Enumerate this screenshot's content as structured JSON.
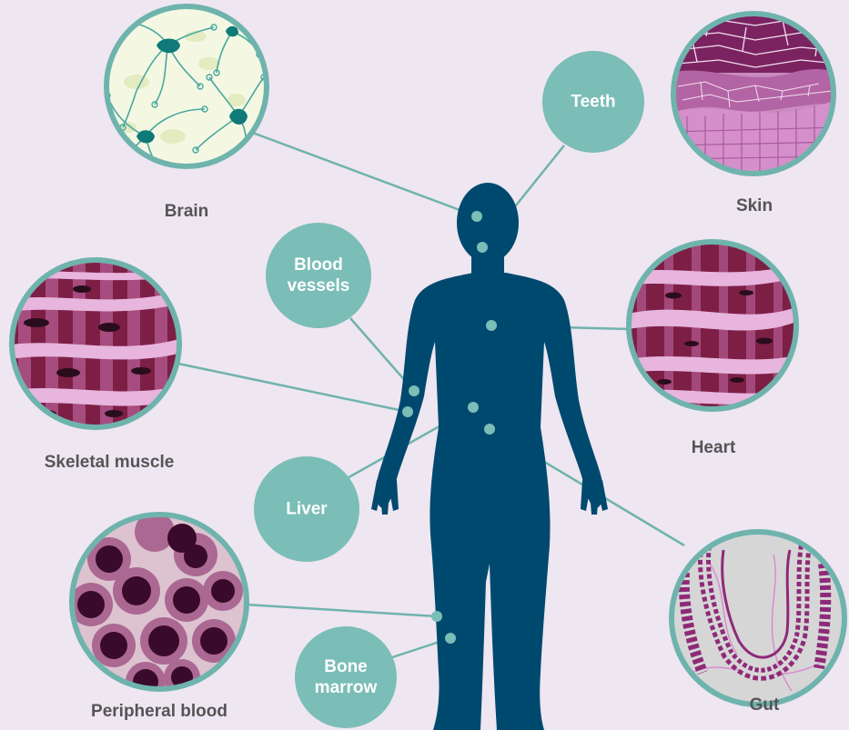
{
  "colors": {
    "background": "#eee6f1",
    "body": "#00496e",
    "teal": "#7bbdb7",
    "connector": "#6fb3ad",
    "label_text": "#555555"
  },
  "tissue_labels": {
    "brain": "Brain",
    "skin": "Skin",
    "skeletal_muscle": "Skeletal muscle",
    "heart": "Heart",
    "peripheral_blood": "Peripheral blood",
    "gut": "Gut"
  },
  "organ_labels": {
    "teeth": "Teeth",
    "blood_vessels": [
      "Blood",
      "vessels"
    ],
    "liver": "Liver",
    "bone_marrow": [
      "Bone",
      "marrow"
    ]
  }
}
